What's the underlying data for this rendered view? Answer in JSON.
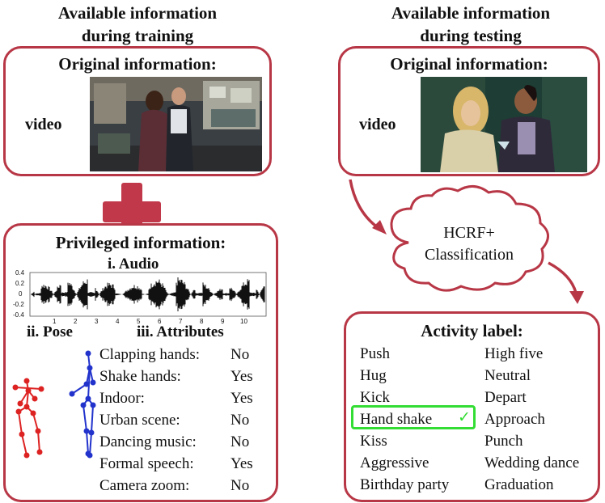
{
  "left": {
    "header_line1": "Available information",
    "header_line2": "during training",
    "original": {
      "title": "Original information:",
      "video_label": "video"
    },
    "privileged": {
      "title": "Privileged information:",
      "audio_title": "i. Audio",
      "pose_title": "ii. Pose",
      "attributes_title": "iii. Attributes",
      "audio_axis": {
        "y_ticks": [
          "0.4",
          "0.2",
          "0",
          "-0.2",
          "-0.4"
        ],
        "x_ticks": [
          "1",
          "2",
          "3",
          "4",
          "5",
          "6",
          "7",
          "8",
          "9",
          "10"
        ]
      },
      "attributes": [
        {
          "name": "Clapping hands:",
          "value": "No"
        },
        {
          "name": "Shake hands:",
          "value": "Yes"
        },
        {
          "name": "Indoor:",
          "value": "Yes"
        },
        {
          "name": "Urban scene:",
          "value": "No"
        },
        {
          "name": "Dancing music:",
          "value": "No"
        },
        {
          "name": "Formal speech:",
          "value": "Yes"
        },
        {
          "name": "Camera zoom:",
          "value": "No"
        }
      ]
    }
  },
  "right": {
    "header_line1": "Available information",
    "header_line2": "during testing",
    "original": {
      "title": "Original information:",
      "video_label": "video"
    },
    "cloud_line1": "HCRF+",
    "cloud_line2": "Classification",
    "activity": {
      "title": "Activity label:",
      "col1": [
        "Push",
        "Hug",
        "Kick",
        "Hand shake",
        "Kiss",
        "Aggressive",
        "Birthday party"
      ],
      "col2": [
        "High five",
        "Neutral",
        "Depart",
        "Approach",
        "Punch",
        "Wedding dance",
        "Graduation"
      ],
      "selected": "Hand shake",
      "check_mark": "✓"
    }
  },
  "colors": {
    "accent": "#b83746",
    "highlight": "#33dd33",
    "pose_red": "#dd2222",
    "pose_blue": "#2233cc"
  }
}
